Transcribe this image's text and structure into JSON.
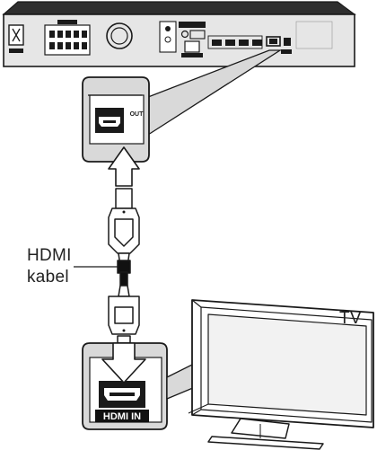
{
  "labels": {
    "tv": "TV",
    "cable_line1": "HDMI",
    "cable_line2": "kabel",
    "port_out": "OUT",
    "port_in": "HDMI IN"
  },
  "colors": {
    "outline": "#1a1a1a",
    "panel_fill": "#d9d9d9",
    "player_fill": "#e6e6e6",
    "player_top": "#2e2e2e",
    "cable_fill": "#ffffff",
    "cable_core": "#111111",
    "badge_fill": "#111111",
    "badge_text": "#ffffff"
  },
  "icons": [
    "bd-player-rear-panel",
    "hdmi-out-port",
    "hdmi-in-port",
    "hdmi-connector",
    "arrow-up-icon",
    "arrow-down-icon",
    "tv-monitor"
  ]
}
